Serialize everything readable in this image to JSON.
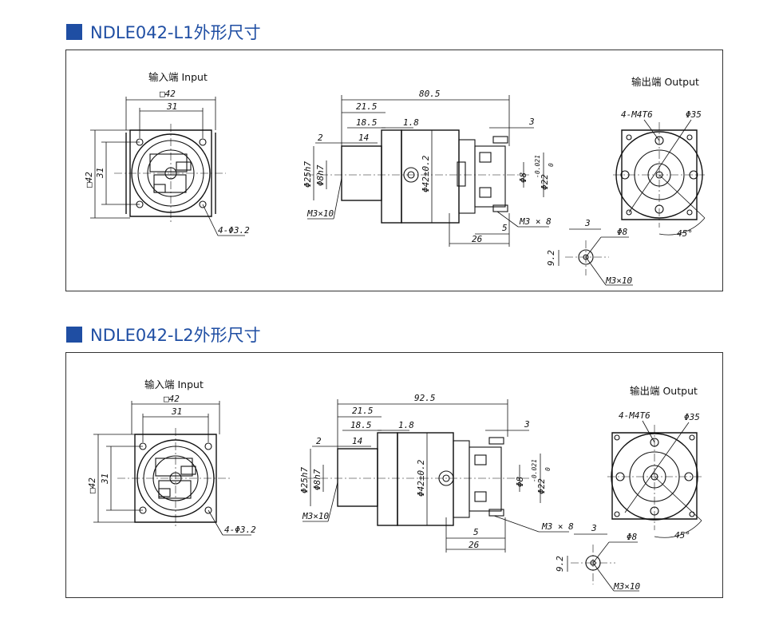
{
  "sections": [
    {
      "title": "NDLE042-L1外形尺寸",
      "input_label": "输入端 Input",
      "output_label": "输出端 Output",
      "dims": {
        "sq42": "□42",
        "d31": "31",
        "side_sq42": "□42",
        "side_31": "31",
        "holes_in": "4-Φ3.2",
        "len_total": "80.5",
        "len_215": "21.5",
        "len_185": "18.5",
        "len_18": "1.8",
        "len_2": "2",
        "len_14": "14",
        "len_3": "3",
        "d25": "Φ25h7",
        "d8": "Φ8h7",
        "m3x10_in": "M3×10",
        "d42": "Φ42±0.2",
        "d8o": "Φ8",
        "d22": "Φ22",
        "tol22": "-0.021",
        "tol22b": "0",
        "m3x8": "M3 × 8",
        "len_5": "5",
        "len_26": "26",
        "holes_out": "4-M4T6",
        "d35": "Φ35",
        "angle": "45°",
        "key_3": "3",
        "key_d8": "Φ8",
        "key_92": "9.2",
        "m3x10_key": "M3×10"
      }
    },
    {
      "title": "NDLE042-L2外形尺寸",
      "input_label": "输入端 Input",
      "output_label": "输出端 Output",
      "dims": {
        "sq42": "□42",
        "d31": "31",
        "side_sq42": "□42",
        "side_31": "31",
        "holes_in": "4-Φ3.2",
        "len_total": "92.5",
        "len_215": "21.5",
        "len_185": "18.5",
        "len_18": "1.8",
        "len_2": "2",
        "len_14": "14",
        "len_3": "3",
        "d25": "Φ25h7",
        "d8": "Φ8h7",
        "m3x10_in": "M3×10",
        "d42": "Φ42±0.2",
        "d8o": "Φ8",
        "d22": "Φ22",
        "tol22": "-0.021",
        "tol22b": "0",
        "m3x8": "M3 × 8",
        "len_5": "5",
        "len_26": "26",
        "holes_out": "4-M4T6",
        "d35": "Φ35",
        "angle": "45°",
        "key_3": "3",
        "key_d8": "Φ8",
        "key_92": "9.2",
        "m3x10_key": "M3×10"
      }
    }
  ]
}
